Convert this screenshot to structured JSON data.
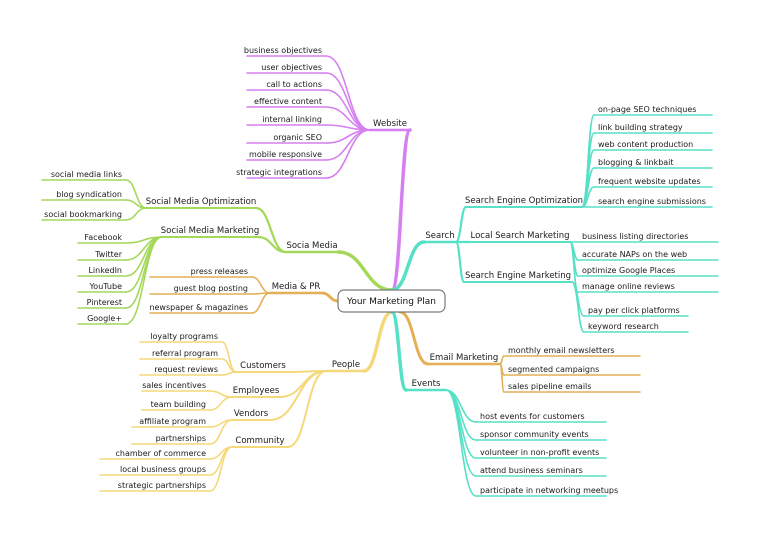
{
  "colors": {
    "website": "#d57ff0",
    "green": "#a3d858",
    "media_pr": "#e4b055",
    "people": "#f5d87a",
    "teal": "#56e0c5",
    "root_border": "#7a7a7a"
  },
  "root": "Your Marketing Plan",
  "website": {
    "label": "Website",
    "items": [
      "business objectives",
      "user objectives",
      "call to actions",
      "effective content",
      "internal linking",
      "organic SEO",
      "mobile responsive",
      "strategic integrations"
    ]
  },
  "social_media": {
    "label": "Socia Media",
    "optimization": {
      "label": "Social Media Optimization",
      "items": [
        "social media links",
        "blog syndication",
        "social bookmarking"
      ]
    },
    "marketing": {
      "label": "Social Media Marketing",
      "items": [
        "Facebook",
        "Twitter",
        "LinkedIn",
        "YouTube",
        "Pinterest",
        "Google+"
      ]
    }
  },
  "media_pr": {
    "label": "Media & PR",
    "items": [
      "press releases",
      "guest blog posting",
      "newspaper & magazines"
    ]
  },
  "people": {
    "label": "People",
    "customers": {
      "label": "Customers",
      "items": [
        "loyalty programs",
        "referral program",
        "request reviews"
      ]
    },
    "employees": {
      "label": "Employees",
      "items": [
        "sales incentives",
        "team building"
      ]
    },
    "vendors": {
      "label": "Vendors",
      "items": [
        "affiliate program",
        "partnerships"
      ]
    },
    "community": {
      "label": "Community",
      "items": [
        "chamber of commerce",
        "local business groups",
        "strategic partnerships"
      ]
    }
  },
  "search": {
    "label": "Search",
    "seo": {
      "label": "Search Engine Optimization",
      "items": [
        "on-page SEO techniques",
        "link building strategy",
        "web content production",
        "blogging & linkbait",
        "frequent website updates",
        "search engine submissions"
      ]
    },
    "local": {
      "label": "Local Search Marketing",
      "items": [
        "business listing directories",
        "accurate NAPs on the web",
        "optimize Google Places",
        "manage online reviews"
      ]
    },
    "sem": {
      "label": "Search Engine Marketing",
      "items": [
        "pay per click platforms",
        "keyword research"
      ]
    }
  },
  "email_marketing": {
    "label": "Email Marketing",
    "items": [
      "monthly email newsletters",
      "segmented campaigns",
      "sales pipeline emails"
    ]
  },
  "events": {
    "label": "Events",
    "items": [
      "host events for customers",
      "sponsor community events",
      "volunteer in non-profit events",
      "attend business seminars",
      "participate in networking meetups"
    ]
  }
}
